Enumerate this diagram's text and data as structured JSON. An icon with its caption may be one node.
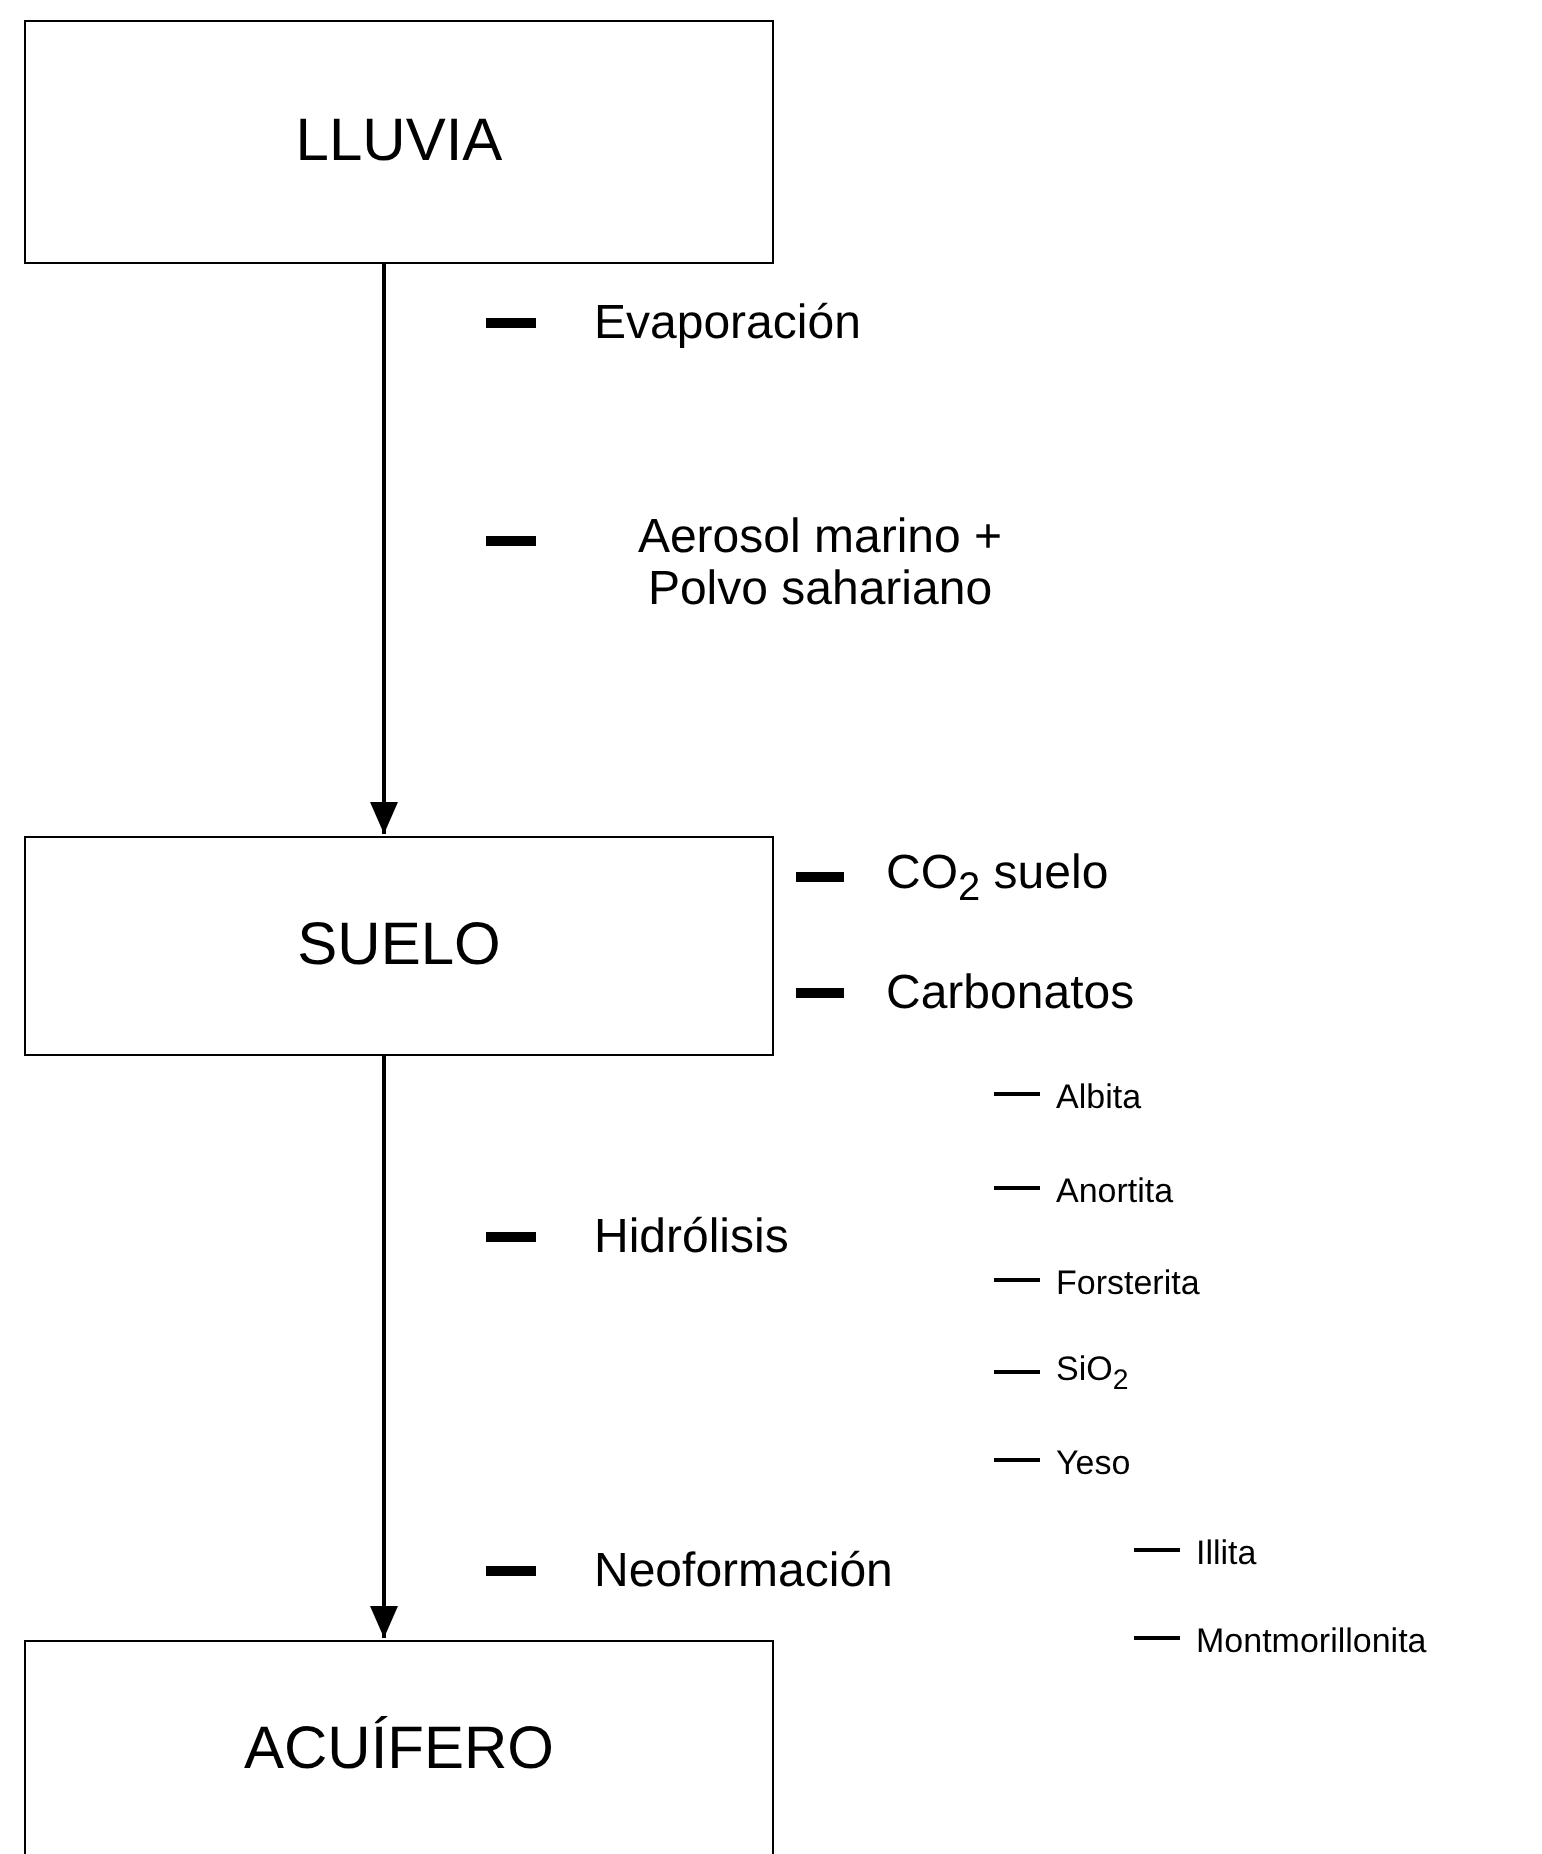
{
  "diagram": {
    "nodes": [
      {
        "text": [
          "LLUVIA"
        ]
      },
      {
        "text": [
          "SUELO"
        ]
      },
      {
        "text": [
          "ACUÍFERO"
        ]
      }
    ],
    "edges": [
      {
        "from": 0,
        "to": 1,
        "arrow": "to"
      },
      {
        "from": 1,
        "to": 2,
        "arrow": "to"
      }
    ],
    "labels": [
      "Evaporación",
      "Aerosol marino + Polvo sahariano",
      "CO$_{2}$ suelo",
      "Carbonatos",
      "Albita",
      "Anortita",
      "Hidrólisis",
      "Forsterita",
      "SiO$_{2}$",
      "Yeso",
      "Illita",
      "Neoformación",
      "Montmorillonita"
    ]
  }
}
